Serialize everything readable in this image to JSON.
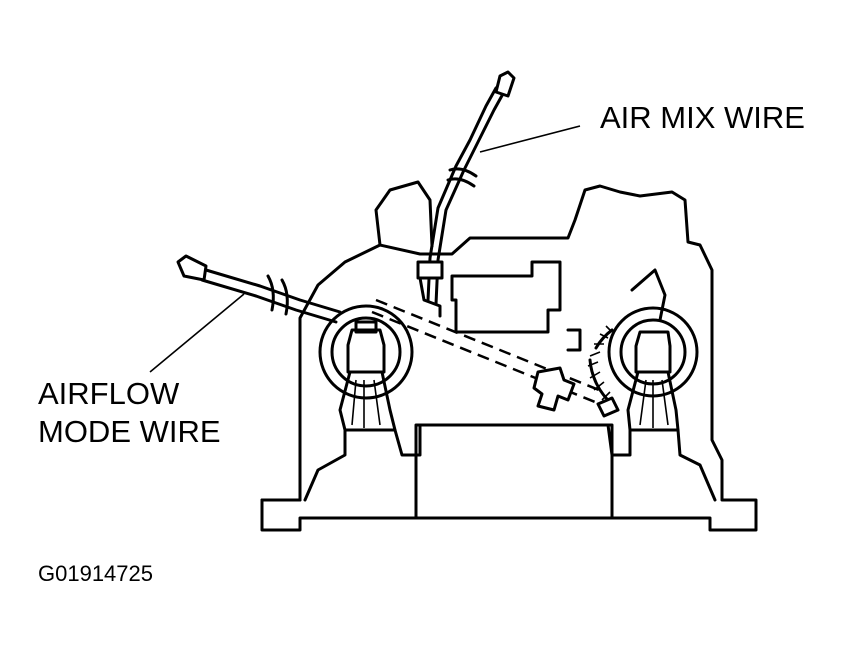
{
  "labels": {
    "air_mix_wire": "AIR MIX WIRE",
    "airflow_mode_wire_line1": "AIRFLOW",
    "airflow_mode_wire_line2": "MODE WIRE"
  },
  "figure_id": "G01914725"
}
